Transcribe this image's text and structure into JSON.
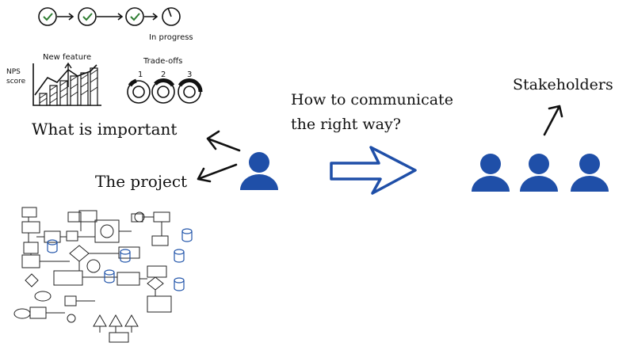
{
  "progress": {
    "label": "In progress",
    "done_steps": 3
  },
  "nps_chart": {
    "ylabel_line1": "NPS",
    "ylabel_line2": "score",
    "annotation": "New feature"
  },
  "tradeoffs": {
    "title": "Trade-offs",
    "options": [
      "1",
      "2",
      "3"
    ]
  },
  "labels": {
    "what_is_important": "What is important",
    "the_project": "The project",
    "question_line1": "How to communicate",
    "question_line2": "the right way?",
    "stakeholders": "Stakeholders"
  },
  "colors": {
    "person": "#1f4fa8",
    "ink": "#111111",
    "arrow_outline": "#1f4fa8",
    "check": "#2e7d32"
  },
  "icons": [
    "person-icon",
    "hollow-arrow-icon",
    "flowchart-sketch"
  ]
}
